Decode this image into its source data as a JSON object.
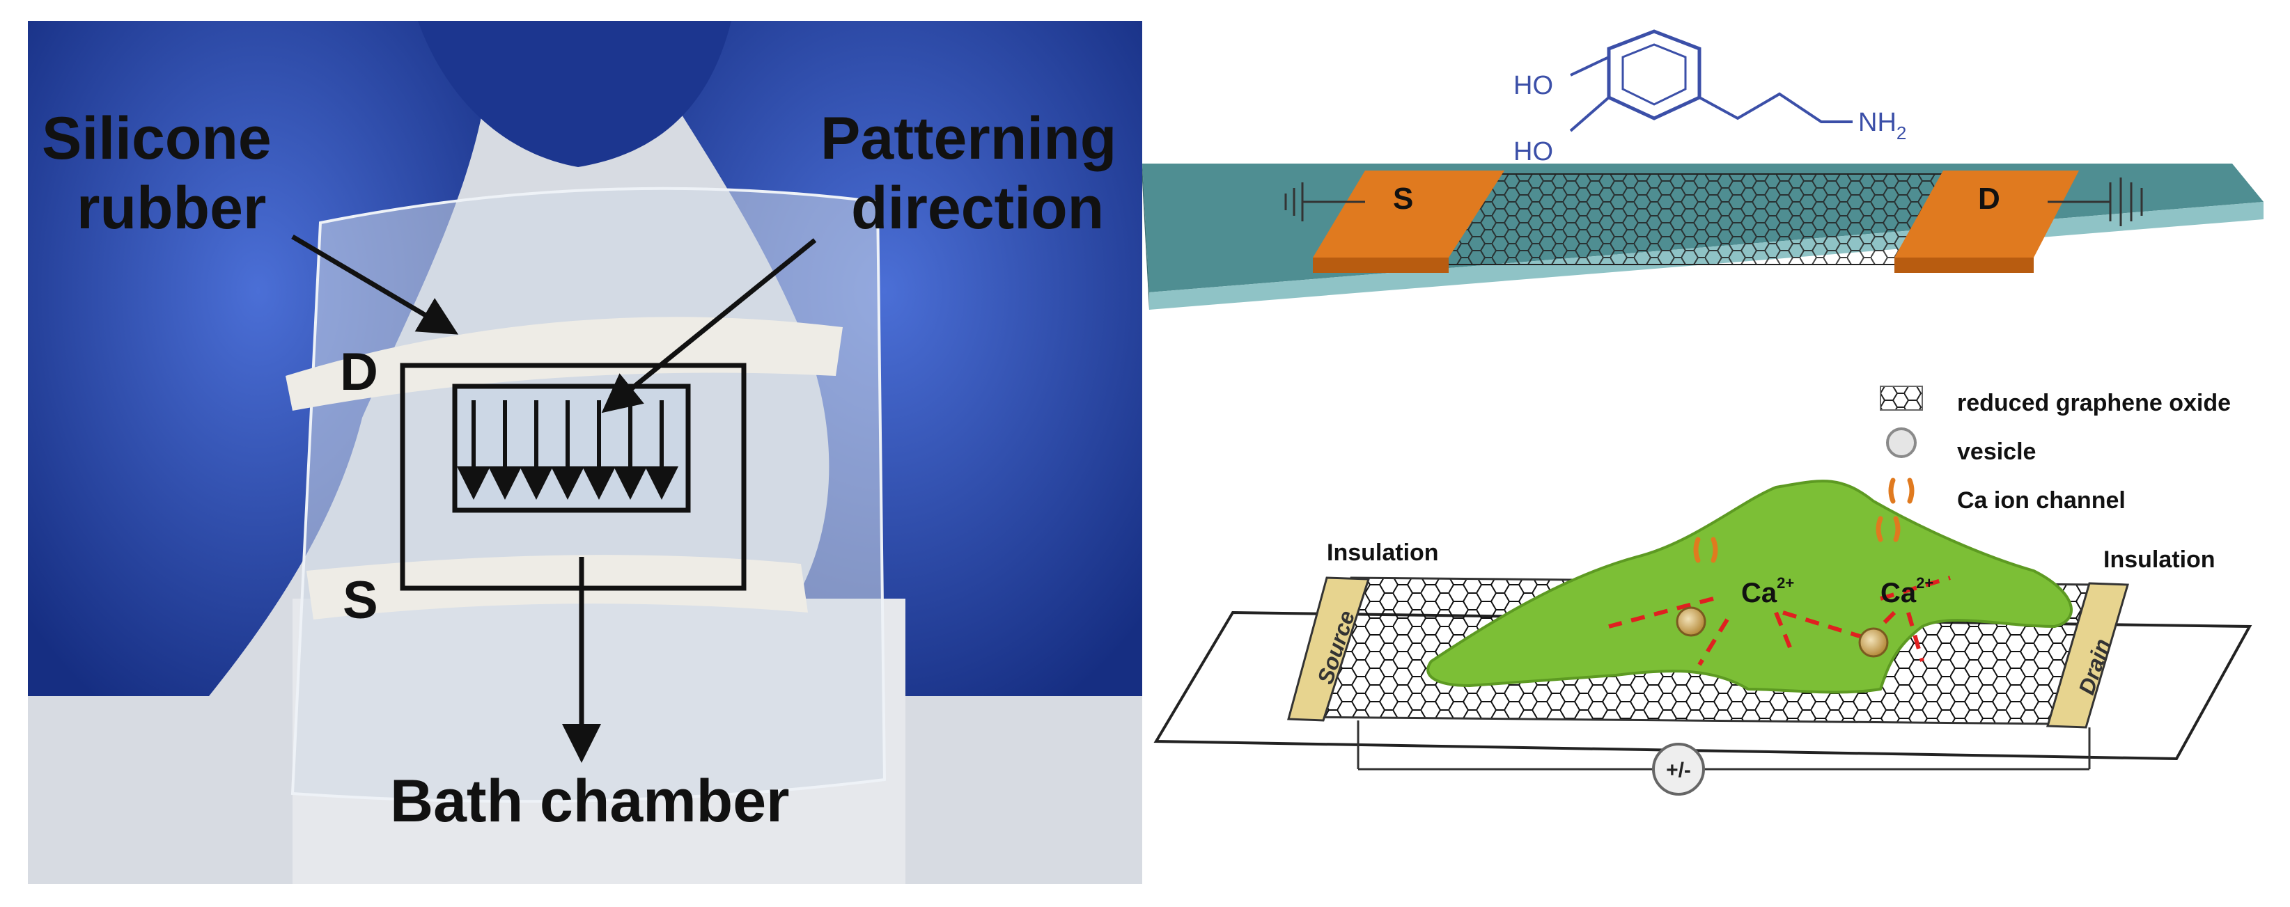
{
  "photo_panel": {
    "labels": {
      "silicone_line1": "Silicone",
      "silicone_line2": "rubber",
      "patterning_line1": "Patterning",
      "patterning_line2": "direction",
      "drain": "D",
      "source": "S",
      "bath_chamber": "Bath chamber"
    },
    "colors": {
      "glove": "#2d4fb5",
      "background": "#d9dde4"
    }
  },
  "transistor_panel": {
    "molecule": {
      "ho_top": "HO",
      "ho_bottom": "HO",
      "amine": "NH",
      "amine_sub": "2"
    },
    "source_label": "S",
    "drain_label": "D",
    "colors": {
      "substrate": "#4f8e92",
      "electrode": "#e07a1f",
      "molecule": "#3b4fa8"
    }
  },
  "cell_panel": {
    "legend": [
      {
        "label": "reduced graphene oxide",
        "icon": "rgo-icon"
      },
      {
        "label": "vesicle",
        "icon": "vesicle-icon"
      },
      {
        "label": "Ca ion channel",
        "icon": "ca-channel-icon"
      }
    ],
    "insulation_left": "Insulation",
    "insulation_right": "Insulation",
    "source_label": "Source",
    "drain_label": "Drain",
    "ca_left": "Ca",
    "ca_right": "Ca",
    "ca_charge": "2+",
    "voltage_symbol": "+/-",
    "colors": {
      "cell": "#7cbf36",
      "electrode": "#e7d48f",
      "channel": "#e07a1f"
    }
  }
}
